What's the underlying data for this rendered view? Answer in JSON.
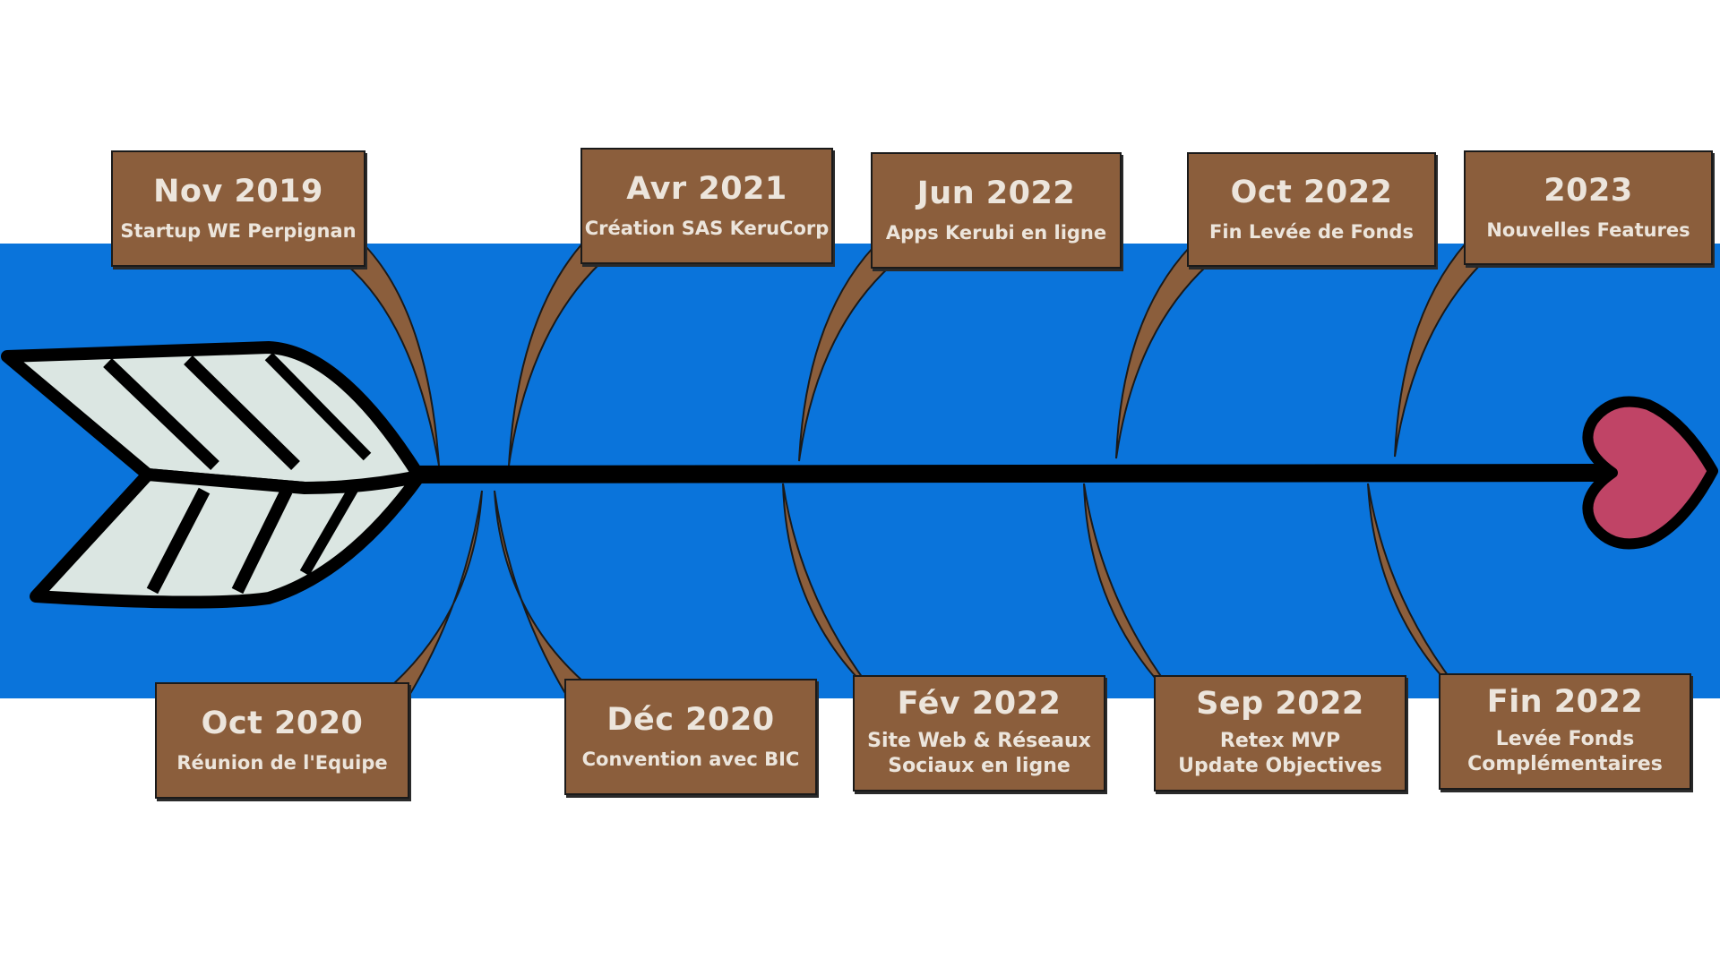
{
  "timeline": {
    "milestones_top": [
      {
        "date": "Nov 2019",
        "label": "Startup WE Perpignan"
      },
      {
        "date": "Avr 2021",
        "label": "Création SAS KeruCorp"
      },
      {
        "date": "Jun 2022",
        "label": "Apps Kerubi en ligne"
      },
      {
        "date": "Oct 2022",
        "label": "Fin Levée de Fonds"
      },
      {
        "date": "2023",
        "label": "Nouvelles Features"
      }
    ],
    "milestones_bottom": [
      {
        "date": "Oct 2020",
        "label": "Réunion de l'Equipe"
      },
      {
        "date": "Déc 2020",
        "label": "Convention avec BIC"
      },
      {
        "date": "Fév 2022",
        "label": "Site Web & Réseaux\nSociaux en ligne"
      },
      {
        "date": "Sep 2022",
        "label": "Retex MVP\nUpdate Objectives"
      },
      {
        "date": "Fin 2022",
        "label": "Levée Fonds\nComplémentaires"
      }
    ]
  },
  "colors": {
    "band": "#0a74db",
    "card": "#8b5e3c",
    "card_text": "#ece5dc",
    "fletching": "#dbe6e2",
    "heart": "#c04466",
    "shaft": "#000000"
  },
  "icons": {
    "tail": "arrow-fletching-icon",
    "head": "heart-arrowhead-icon"
  }
}
